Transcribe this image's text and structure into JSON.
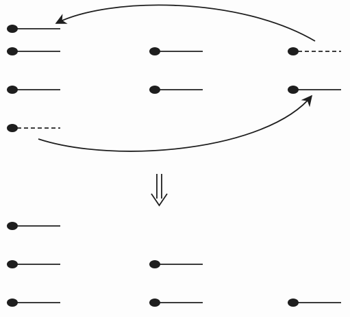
{
  "diagram": {
    "kind": "token-rearrangement",
    "ink_color": "#1e1e1e",
    "paper_color": "#fdfdfd",
    "before": {
      "columns": [
        {
          "tokens": [
            "solid",
            "solid",
            "solid",
            "dashed"
          ]
        },
        {
          "tokens": [
            "solid",
            "solid"
          ]
        },
        {
          "tokens": [
            "dashed",
            "solid"
          ]
        }
      ],
      "moves": [
        {
          "from": "column-1-token-4",
          "to": "column-3-token-2"
        },
        {
          "from": "column-3-token-1",
          "to": "column-1-token-1"
        }
      ]
    },
    "transition_icon": "double-down-arrow-icon",
    "after": {
      "columns": [
        {
          "tokens": [
            "solid",
            "solid",
            "solid"
          ]
        },
        {
          "tokens": [
            "solid",
            "solid"
          ]
        },
        {
          "tokens": [
            "solid"
          ]
        }
      ]
    }
  }
}
